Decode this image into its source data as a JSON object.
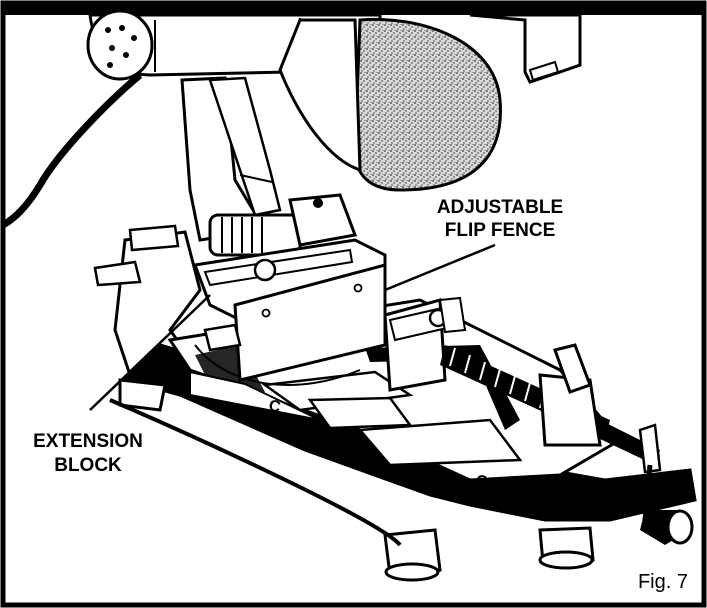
{
  "figure": {
    "caption": "Fig. 7",
    "callouts": {
      "fence_line1": "ADJUSTABLE",
      "fence_line2": "FLIP FENCE",
      "block_line1": "EXTENSION",
      "block_line2": "BLOCK"
    }
  }
}
